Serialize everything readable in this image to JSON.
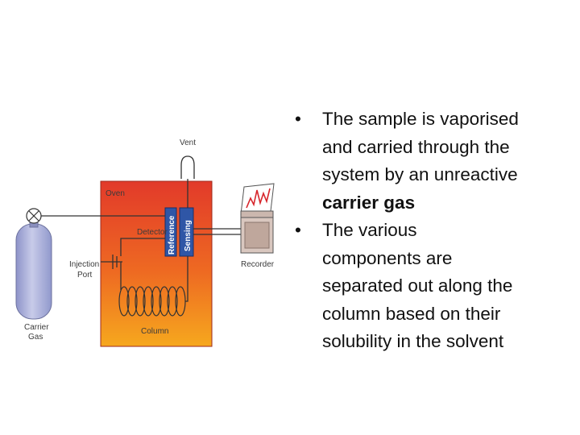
{
  "diagram": {
    "labels": {
      "vent": "Vent",
      "oven": "Oven",
      "detector": "Detector",
      "reference": "Reference",
      "sensing": "Sensing",
      "injection_port_line1": "Injection",
      "injection_port_line2": "Port",
      "column": "Column",
      "recorder": "Recorder",
      "carrier_gas_line1": "Carrier",
      "carrier_gas_line2": "Gas"
    },
    "colors": {
      "oven_top": "#e23a2a",
      "oven_mid": "#ee6a22",
      "oven_bottom": "#f6a81e",
      "cylinder": "#a9aed8",
      "detector_cell": "#2f56a6",
      "recorder_box": "#d9c7bf",
      "pen": "#d7262c"
    }
  },
  "bullets": [
    {
      "bullet": "•",
      "lines": [
        "The sample is vaporised",
        "and carried through the",
        "system by an unreactive"
      ],
      "bold_line": "carrier gas"
    },
    {
      "bullet": "•",
      "lines": [
        "The various",
        "components are",
        "separated out along the",
        "column based on their",
        "solubility in the solvent"
      ]
    }
  ]
}
